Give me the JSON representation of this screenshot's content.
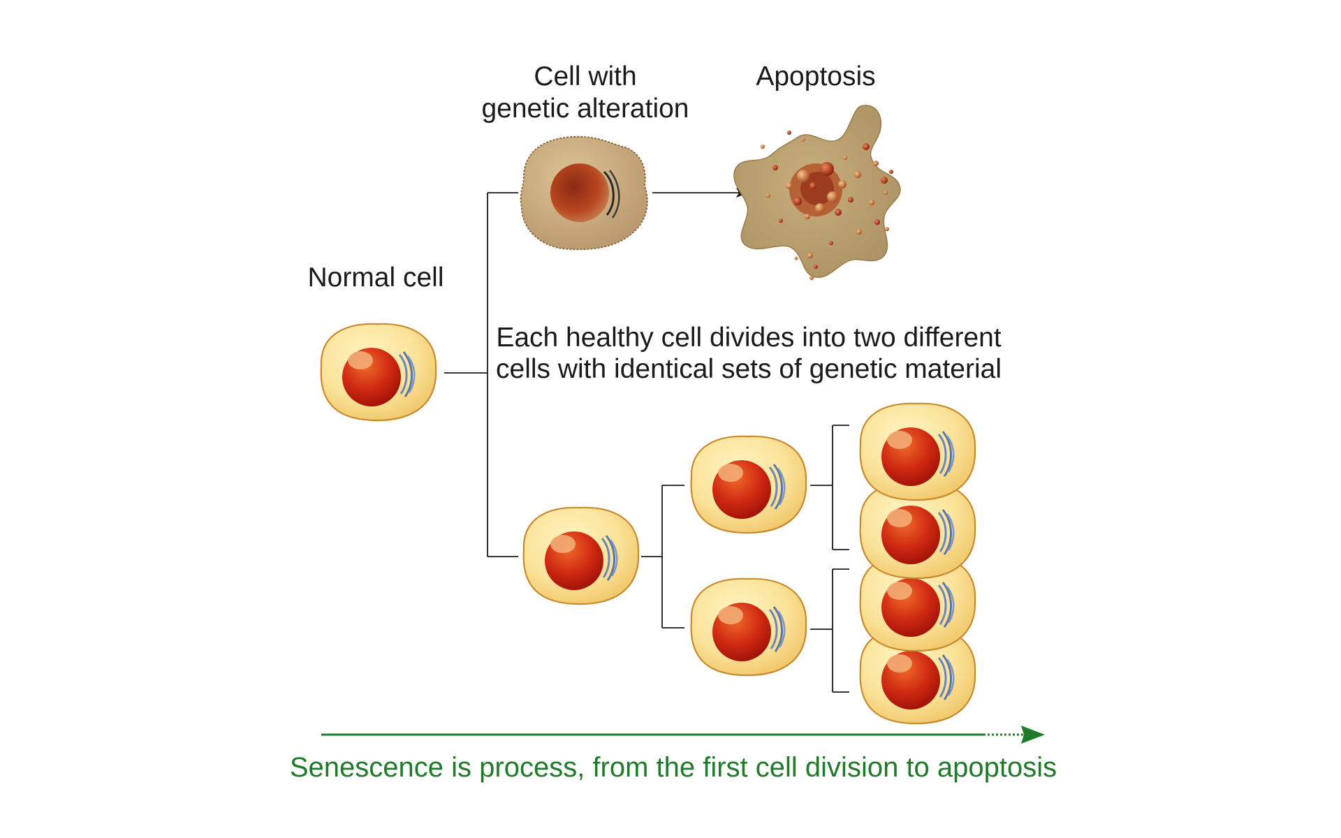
{
  "labels": {
    "normal_cell": "Normal cell",
    "altered_cell_line1": "Cell with",
    "altered_cell_line2": "genetic alteration",
    "apoptosis": "Apoptosis",
    "division_line1": "Each healthy cell divides into two different",
    "division_line2": "cells with identical sets of genetic material",
    "senescence": "Senescence is process, from the first cell division to apoptosis"
  },
  "colors": {
    "healthy_cell": "#f8d98a",
    "healthy_cell_outline": "#c98a2e",
    "nucleus": "#c0180f",
    "altered_cell": "#c8a878",
    "apoptotic_body": "#b59a6a",
    "process_arrow": "#1f7a2a",
    "text": "#1a1a1a"
  }
}
